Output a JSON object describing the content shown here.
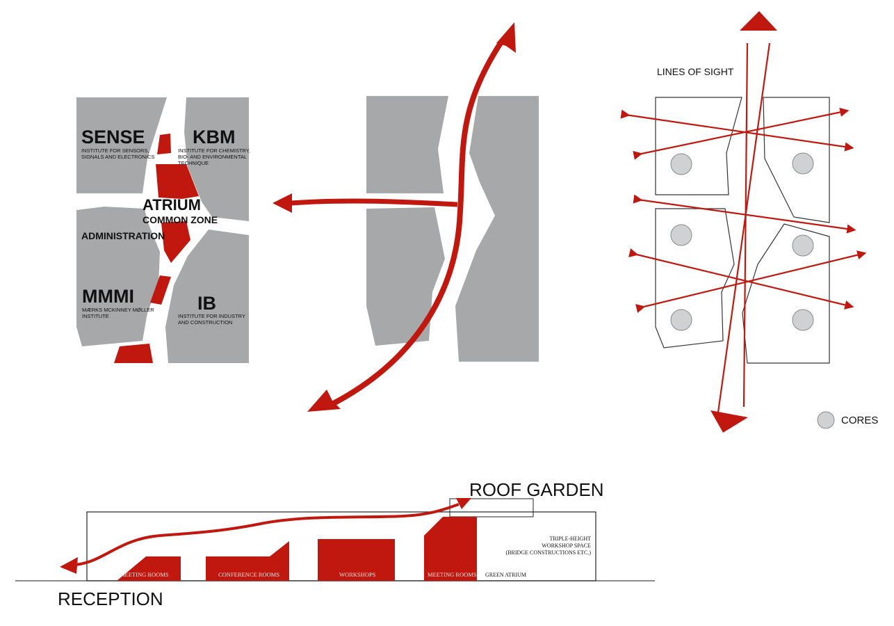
{
  "plan": {
    "sense": "SENSE",
    "sense_sub1": "INSTITUTE FOR SENSORS,",
    "sense_sub2": "SIGNALS AND ELECTRONICS",
    "kbm": "KBM",
    "kbm_sub1": "INSTITUTE FOR CHEMISTRY,",
    "kbm_sub2": "BIO- AND ENVIRONMENTAL",
    "kbm_sub3": "TECHNIQUE",
    "atrium": "ATRIUM",
    "common_zone": "COMMON ZONE",
    "administration": "ADMINISTRATION",
    "mmmi": "MMMI",
    "mmmi_sub1": "MÆRKS MCKINNEY MØLLER",
    "mmmi_sub2": "INSTITUTE",
    "ib": "IB",
    "ib_sub1": "INSTITUTE FOR INDUSTRY",
    "ib_sub2": "AND CONSTRUCTION"
  },
  "sight": {
    "title": "LINES OF SIGHT",
    "legend": "CORES"
  },
  "section": {
    "roof_garden": "ROOF GARDEN",
    "reception": "RECEPTION",
    "rooms": [
      "MEETING ROOMS",
      "CONFERENCE ROOMS",
      "WORKSHOPS",
      "MEETING ROOMS"
    ],
    "green_atrium": "GREEN ATRIUM",
    "note1": "TRIPLE-HEIGHT",
    "note2": "WORKSHOP SPACE",
    "note3": "(BRIDGE CONSTRUCTIONS ETC.)"
  },
  "colors": {
    "red": "#c0170e",
    "grey": "#a7a8aa",
    "core": "#d0d1d3"
  }
}
